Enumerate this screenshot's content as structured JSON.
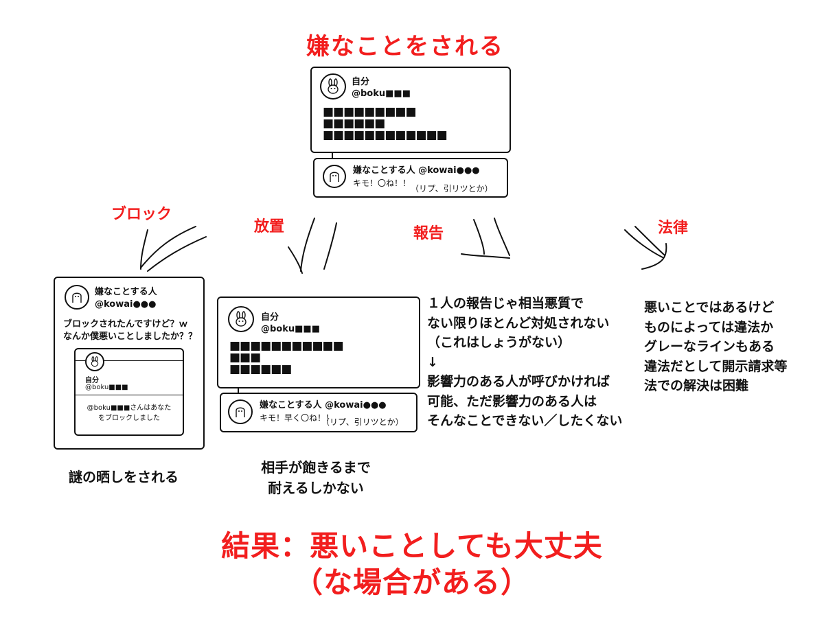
{
  "title": "嫌なことをされる",
  "top_card": {
    "name": "自分",
    "handle": "@boku■■■",
    "line1": "■■■■■■■■■",
    "line2": "■■■■■■",
    "line3": "■■■■■■■■■■■■",
    "reply_user": "嫌なことする人 @kowai●●●",
    "reply_text": "キモ！〇ね！！",
    "reply_note": "（リプ、引リツとか）"
  },
  "branches": {
    "block": "ブロック",
    "ignore": "放置",
    "report": "報告",
    "law": "法律"
  },
  "block_card": {
    "name": "嫌なことする人",
    "handle": "@kowai●●●",
    "text1": "ブロックされたんですけど？ｗ",
    "text2": "なんか僕悪いことしましたか？？",
    "inner_name": "自分",
    "inner_handle": "@boku■■■",
    "inner_msg1": "@boku■■■さんはあなた",
    "inner_msg2": "をブロックしました"
  },
  "ignore_card": {
    "name": "自分",
    "handle": "@boku■■■",
    "line1": "■■■■■■■■■■■",
    "line2": "■■■",
    "line3": "■■■■■■",
    "reply_user": "嫌なことする人 @kowai●●●",
    "reply_text": "キモ！早く〇ね！！",
    "reply_note": "（リプ、引リツとか）"
  },
  "report_text": "１人の報告じゃ相当悪質で\nない限りほとんど対処されない\n（これはしょうがない）\n↓\n影響力のある人が呼びかければ\n可能、ただ影響力のある人は\nそんなことできない／したくない",
  "law_text": "悪いことではあるけど\nものによっては違法か\nグレーなラインもある\n違法だとして開示請求等\n法での解決は困難",
  "caption_block": "謎の晒しをされる",
  "caption_ignore": "相手が飽きるまで\n耐えるしかない",
  "result_line1": "結果：悪いことしても大丈夫",
  "result_line2": "（な場合がある）",
  "colors": {
    "accent": "#f21e1e",
    "ink": "#111111"
  }
}
